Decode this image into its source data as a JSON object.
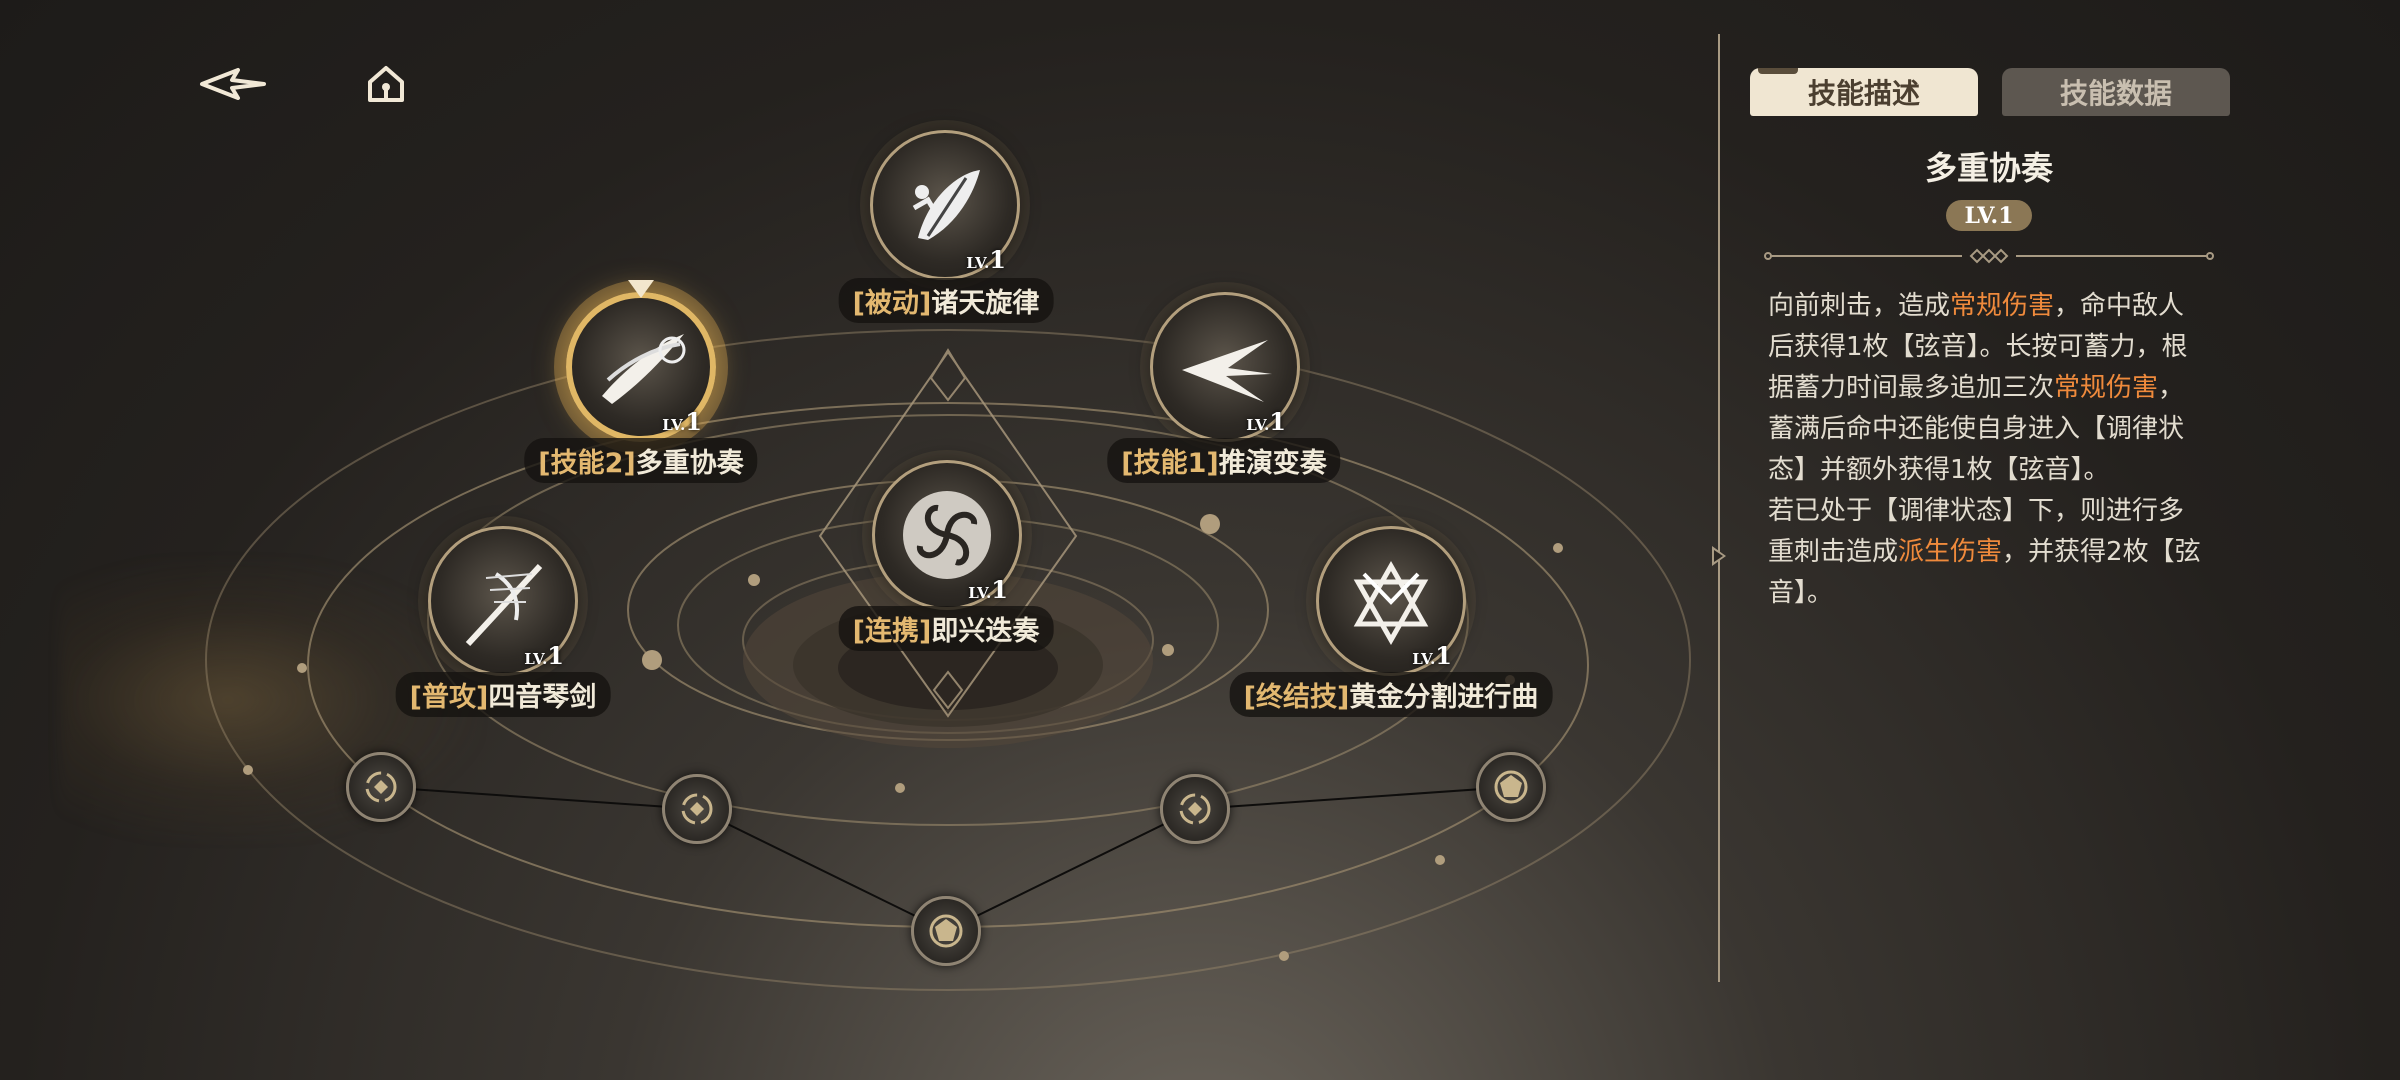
{
  "nav": {
    "back_icon": "back-arrow-icon",
    "home_icon": "home-icon"
  },
  "skills": {
    "passive": {
      "tag": "[被动]",
      "name": "诸天旋律",
      "level_prefix": "LV.",
      "level": "1"
    },
    "skill2": {
      "tag": "[技能2]",
      "name": "多重协奏",
      "level_prefix": "LV.",
      "level": "1",
      "selected": true
    },
    "skill1": {
      "tag": "[技能1]",
      "name": "推演变奏",
      "level_prefix": "LV.",
      "level": "1"
    },
    "combo": {
      "tag": "[连携]",
      "name": "即兴迭奏",
      "level_prefix": "LV.",
      "level": "1"
    },
    "normal": {
      "tag": "[普攻]",
      "name": "四音琴剑",
      "level_prefix": "LV.",
      "level": "1"
    },
    "ultimate": {
      "tag": "[终结技]",
      "name": "黄金分割进行曲",
      "level_prefix": "LV.",
      "level": "1"
    }
  },
  "sub_nodes": [
    "cycle-rune-icon",
    "cycle-rune-icon",
    "cycle-rune-icon",
    "pentagon-star-icon",
    "pentagon-star-icon"
  ],
  "panel": {
    "tabs": [
      "技能描述",
      "技能数据"
    ],
    "active_tab": "技能描述",
    "title": "多重协奏",
    "level": "LV.1",
    "description": {
      "p1_a": "向前刺击，造成",
      "p1_hl1": "常规伤害",
      "p1_b": "，命中敌人后获得1枚【弦音】。长按可蓄力，根据蓄力时间最多追加三次",
      "p1_hl2": "常规伤害",
      "p1_c": "，蓄满后命中还能使自身进入【调律状态】并额外获得1枚【弦音】。",
      "p2_a": "若已处于【调律状态】下，则进行多重刺击造成",
      "p2_hl": "派生伤害",
      "p2_b": "，并获得2枚【弦音】。"
    }
  },
  "colors": {
    "accent_gold": "#e0b765",
    "highlight_orange": "#ef8a3c",
    "tab_active": "#f0e6d2"
  }
}
